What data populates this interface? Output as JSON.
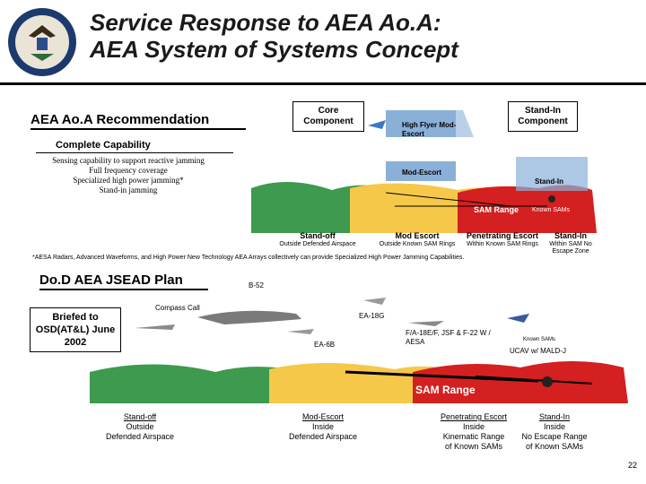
{
  "header": {
    "title_line1": "Service Response to AEA Ao.A:",
    "title_line2": "AEA System of Systems Concept"
  },
  "aoa": {
    "heading": "AEA Ao.A Recommendation",
    "capability_heading": "Complete Capability",
    "capabilities": [
      "Sensing capability to support reactive jamming",
      "Full frequency coverage",
      "Specialized high power jamming*",
      "Stand-in jamming"
    ],
    "core_component": "Core Component",
    "standin_component": "Stand-In Component",
    "bars": [
      "High Flyer Mod-Escort",
      "Mod-Escort",
      "Stand-In"
    ],
    "sam_range": "SAM Range",
    "known_sams": "Known SAMs",
    "zones": [
      {
        "title": "Stand-off",
        "sub": "Outside Defended Airspace"
      },
      {
        "title": "Mod Escort",
        "sub": "Outside Known SAM Rings"
      },
      {
        "title": "Penetrating Escort",
        "sub": "Within Known SAM Rings"
      },
      {
        "title": "Stand-In",
        "sub": "Within SAM No Escape Zone"
      }
    ],
    "footnote": "*AESA Radars, Advanced Waveforms, and High Power New Technology AEA Arrays collectively can provide Specialized High Power Jamming Capabilities."
  },
  "jsead": {
    "heading": "Do.D AEA JSEAD Plan",
    "briefed": "Briefed to OSD(AT&L) June 2002",
    "aircraft": {
      "b52": "B-52",
      "compass_call": "Compass Call",
      "ea18g": "EA-18G",
      "ea6b": "EA-6B",
      "fa18": "F/A-18E/F, JSF & F-22 W / AESA",
      "ucav": "UCAV w/ MALD-J",
      "known_sams": "Known SAMs"
    },
    "sam_range": "SAM Range",
    "captions": [
      {
        "l1": "Stand-off",
        "l2": "Outside",
        "l3": "Defended Airspace"
      },
      {
        "l1": "Mod-Escort",
        "l2": "Inside",
        "l3": "Defended Airspace"
      },
      {
        "l1": "Penetrating Escort",
        "l2": "Inside",
        "l3": "Kinematic Range",
        "l4": "of Known SAMs"
      },
      {
        "l1": "Stand-In",
        "l2": "Inside",
        "l3": "No Escape Range",
        "l4": "of Known SAMs"
      }
    ]
  },
  "footer": {
    "page_number": "22"
  },
  "colors": {
    "green": "#3d9a4e",
    "yellow": "#f5c84a",
    "red": "#d42020",
    "bar_blue": "#8ab0d8"
  }
}
